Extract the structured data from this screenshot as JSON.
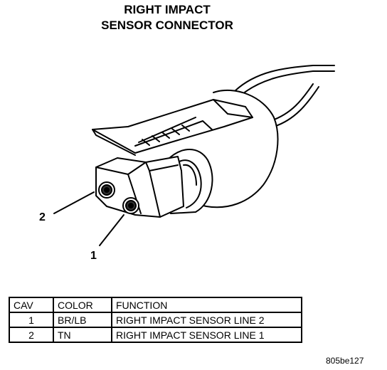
{
  "title": {
    "line1": "RIGHT IMPACT",
    "line2": "SENSOR CONNECTOR"
  },
  "callouts": {
    "pin2": "2",
    "pin1": "1"
  },
  "table": {
    "headers": [
      "CAV",
      "COLOR",
      "FUNCTION"
    ],
    "rows": [
      {
        "cav": "1",
        "color": "BR/LB",
        "function": "RIGHT IMPACT SENSOR LINE 2"
      },
      {
        "cav": "2",
        "color": "TN",
        "function": "RIGHT IMPACT SENSOR LINE 1"
      }
    ]
  },
  "figure_id": "805be127"
}
